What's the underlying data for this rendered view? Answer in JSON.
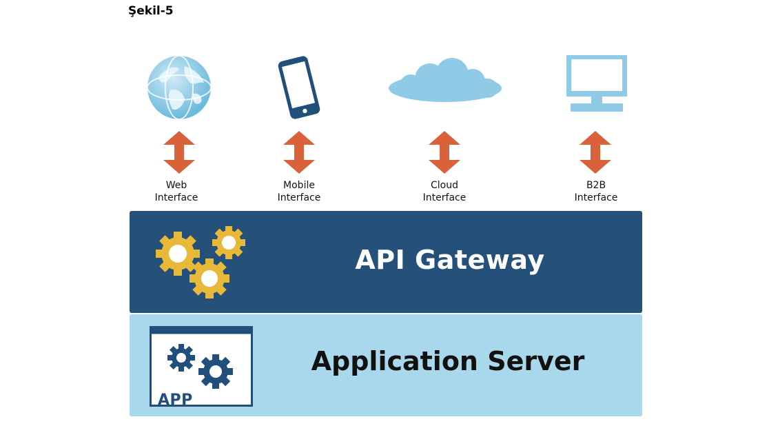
{
  "figure_label": "Şekil-5",
  "clients": [
    {
      "line1": "Web",
      "line2": "Interface",
      "icon": "globe-icon"
    },
    {
      "line1": "Mobile",
      "line2": "Interface",
      "icon": "mobile-phone-icon"
    },
    {
      "line1": "Cloud",
      "line2": "Interface",
      "icon": "cloud-icon"
    },
    {
      "line1": "B2B",
      "line2": "Interface",
      "icon": "desktop-monitor-icon"
    }
  ],
  "gateway": {
    "title": "API Gateway",
    "color": "#25507a",
    "icon": "gears-icon"
  },
  "server": {
    "title": "Application Server",
    "color": "#a9d7ec",
    "app_label": "APP",
    "icon": "app-window-icon"
  },
  "colors": {
    "arrow": "#d9623a",
    "gear": "#e8b838",
    "icon_light": "#8fcbe6"
  }
}
